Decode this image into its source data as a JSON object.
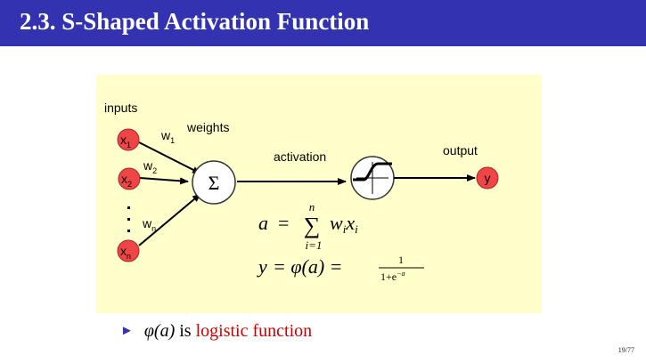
{
  "slide": {
    "title": "2.3. S-Shaped Activation Function",
    "page_number": "19/77"
  },
  "diagram": {
    "inputs_label": "inputs",
    "weights_label": "weights",
    "activation_label": "activation",
    "output_label": "output",
    "input_nodes": [
      {
        "base": "x",
        "sub": "1"
      },
      {
        "base": "x",
        "sub": "2"
      },
      {
        "base": "x",
        "sub": "n"
      }
    ],
    "weights": [
      {
        "base": "w",
        "sub": "1"
      },
      {
        "base": "w",
        "sub": "2"
      },
      {
        "base": "w",
        "sub": "n"
      }
    ],
    "sum_symbol": "Σ",
    "output_node": "y",
    "formula_a": {
      "lhs": "a",
      "equals": "=",
      "sum_sign": "∑",
      "upper": "n",
      "lower": "i=1",
      "term_w": "w",
      "term_i1": "i",
      "term_x": "x",
      "term_i2": "i"
    },
    "formula_y": {
      "lhs": "y",
      "mid": "= φ(a) =",
      "numerator": "1",
      "denominator_base": "1+e",
      "denominator_exp": "−a"
    },
    "colors": {
      "node_fill": "#f04545",
      "panel": "#ffffcc"
    }
  },
  "bullet": {
    "marker": "►",
    "phi_a": "φ(a)",
    "text": " is ",
    "highlight": "logistic function"
  }
}
